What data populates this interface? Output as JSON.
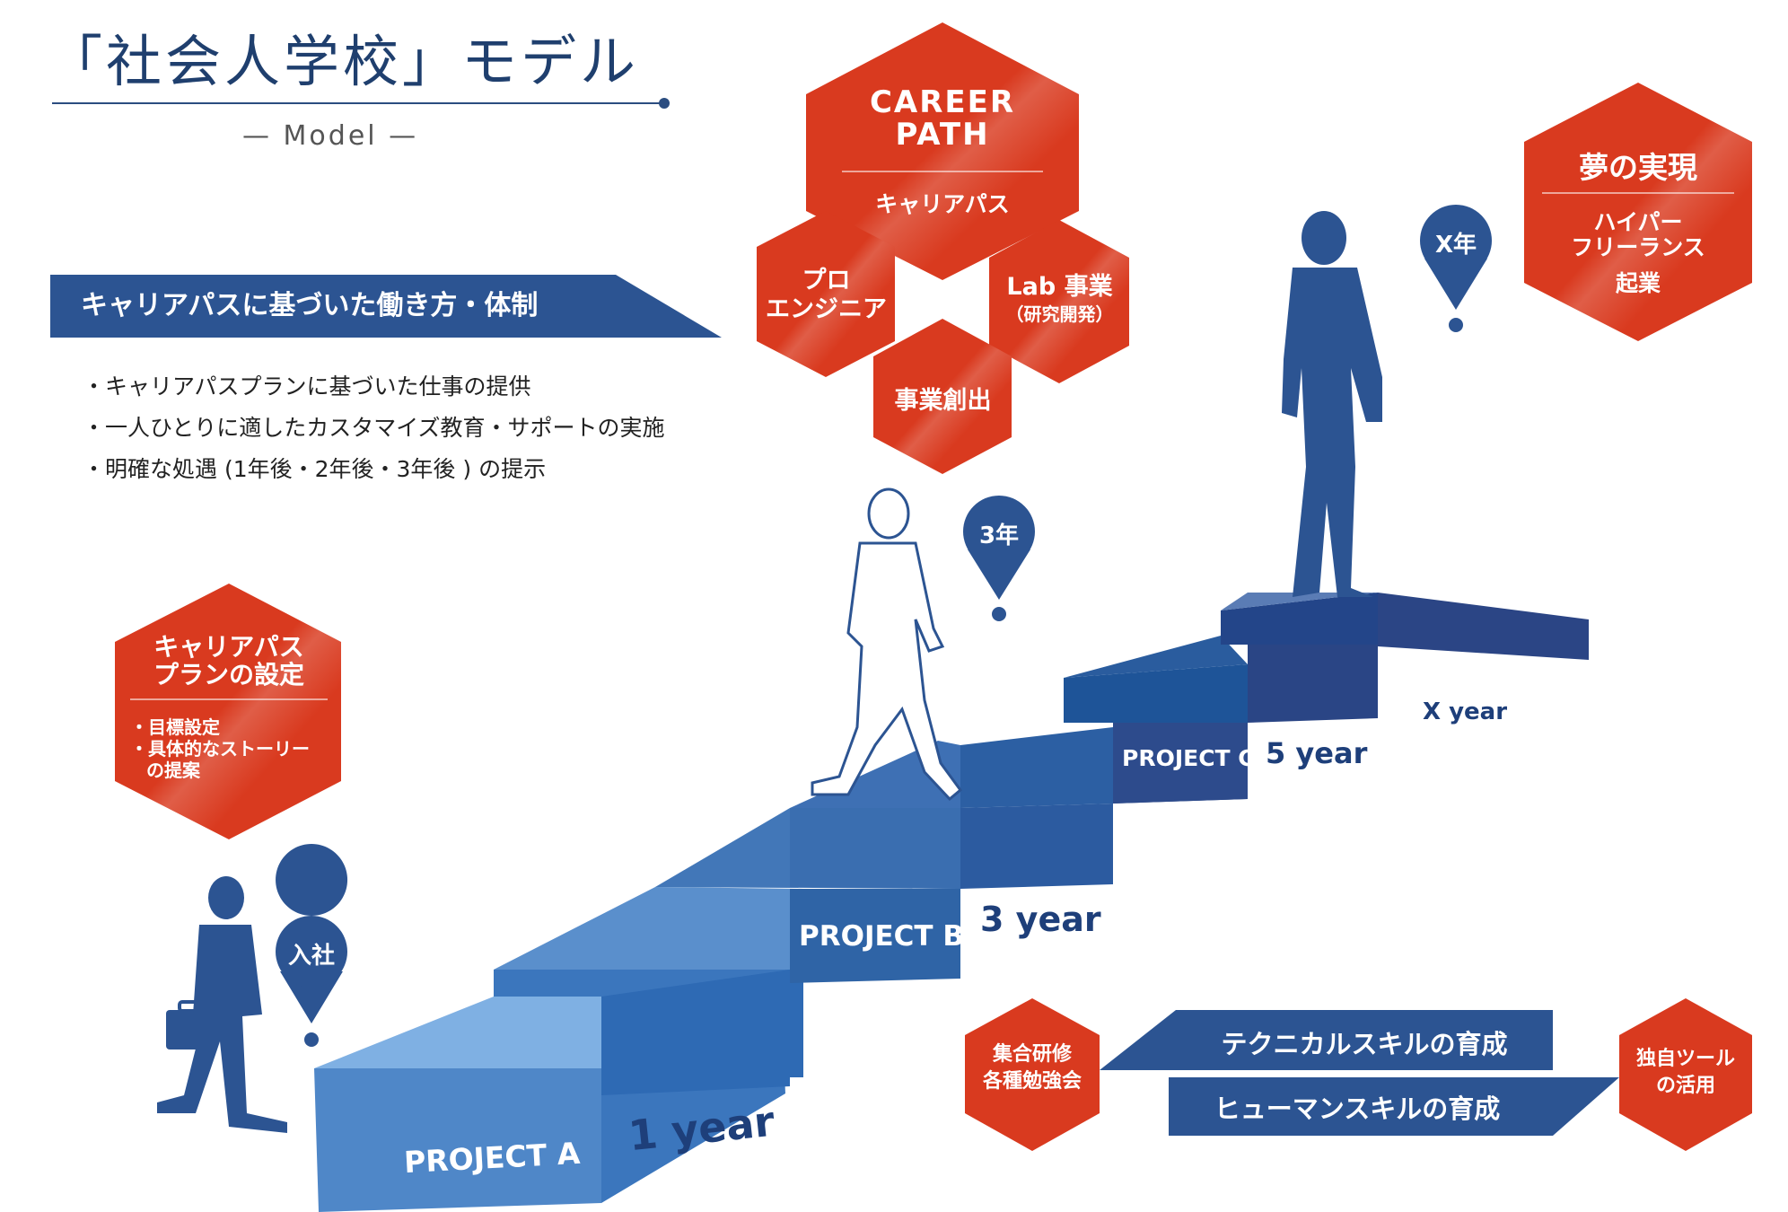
{
  "header": {
    "title": "「社会人学校」モデル",
    "subtitle": "— Model —"
  },
  "section": {
    "heading": "キャリアパスに基づいた働き方・体制",
    "bullets": [
      "・キャリアパスプランに基づいた仕事の提供",
      "・一人ひとりに適したカスタマイズ教育・サポートの実施",
      "・明確な処遇 (1年後・2年後・3年後 ) の提示"
    ]
  },
  "career_path": {
    "title_line1": "CAREER",
    "title_line2": "PATH",
    "subtitle": "キャリアパス",
    "options": {
      "pro_line1": "プロ",
      "pro_line2": "エンジニア",
      "lab_line1": "Lab 事業",
      "lab_line2": "（研究開発）",
      "business": "事業創出"
    }
  },
  "dream": {
    "title": "夢の実現",
    "line1": "ハイパー",
    "line2": "フリーランス",
    "line3": "起業"
  },
  "plan": {
    "title_line1": "キャリアパス",
    "title_line2": "プランの設定",
    "item1": "・目標設定",
    "item2": "・具体的なストーリー",
    "item3": "の提案"
  },
  "pins": {
    "join": "入社",
    "three_year": "3年",
    "x_year": "X年"
  },
  "stairs": {
    "project_a": "PROJECT A",
    "project_b": "PROJECT B",
    "project_c": "PROJECT C",
    "year1": "1 year",
    "year3": "3 year",
    "year5": "5 year",
    "yearx": "X year"
  },
  "skills": {
    "group_training_line1": "集合研修",
    "group_training_line2": "各種勉強会",
    "technical": "テクニカルスキルの育成",
    "human": "ヒューマンスキルの育成",
    "tools_line1": "独自ツール",
    "tools_line2": "の活用"
  },
  "colors": {
    "red": "#d93a1f",
    "navy": "#2a4f8a",
    "dark_navy": "#1e3f7a"
  }
}
